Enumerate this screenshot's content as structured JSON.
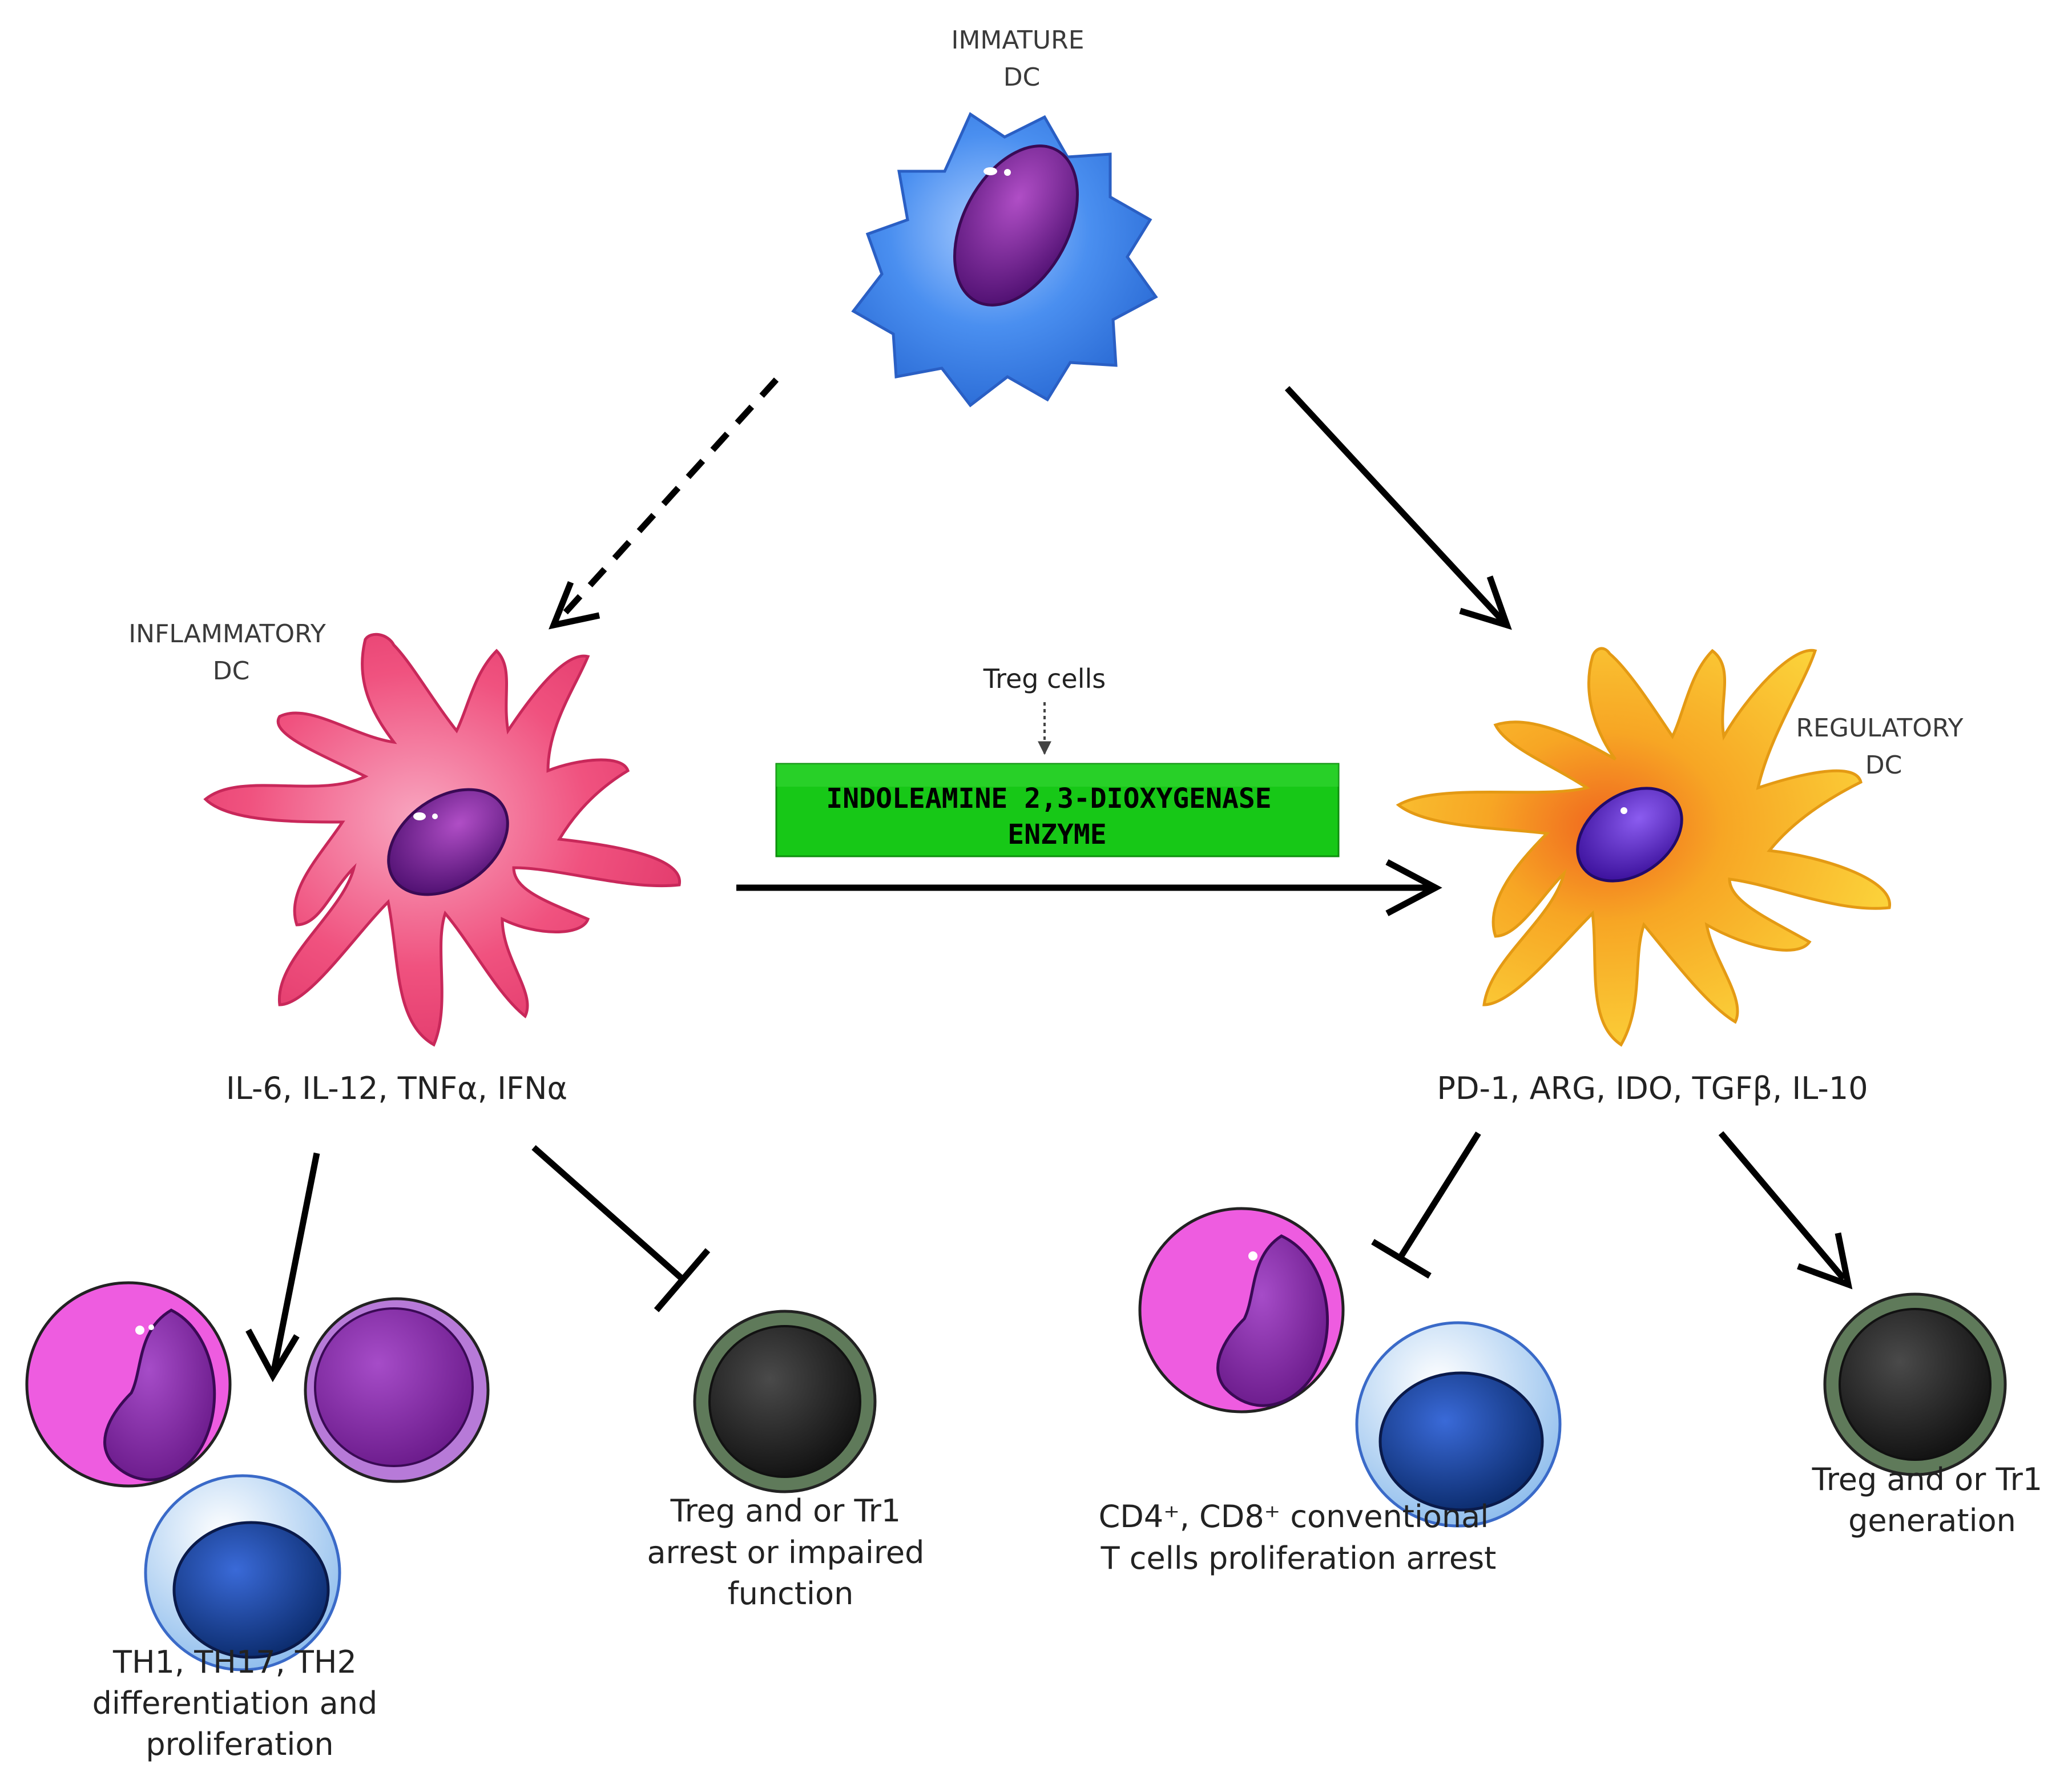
{
  "labels": {
    "immature_dc": [
      "IMMATURE",
      "DC"
    ],
    "inflammatory_dc": [
      "INFLAMMATORY",
      "DC"
    ],
    "regulatory_dc": [
      "REGULATORY",
      "DC"
    ],
    "treg_cells": "Treg cells",
    "enzyme": [
      "INDOLEAMINE 2,3-DIOXYGENASE",
      "ENZYME"
    ],
    "inflammatory_cytokines": "IL-6, IL-12, TNFα, IFNα",
    "regulatory_molecules": "PD-1, ARG, IDO, TGFβ, IL-10",
    "th_outcome": [
      "TH1, TH17, TH2",
      "differentiation and",
      "proliferation"
    ],
    "treg_arrest": [
      "Treg and or Tr1",
      "arrest or impaired",
      "function"
    ],
    "cd_arrest": [
      "CD4⁺, CD8⁺ conventional",
      "T cells proliferation arrest"
    ],
    "treg_generation": [
      "Treg and or Tr1",
      "generation"
    ]
  },
  "colors": {
    "immature": "#4a8ff0",
    "inflammatory": "#f0527f",
    "regulatory": "#f7b526",
    "nucleus": "#6a1a8a",
    "enzyme_box": "#17c817",
    "treg_cell": "#1f1f1f",
    "treg_rim": "#5f7a5a",
    "pink_cell": "#ee5ce0",
    "lilac_cell": "#b77ad8",
    "blue_cell": "#9dc6ef",
    "blue_nucleus": "#0d3a8a"
  }
}
